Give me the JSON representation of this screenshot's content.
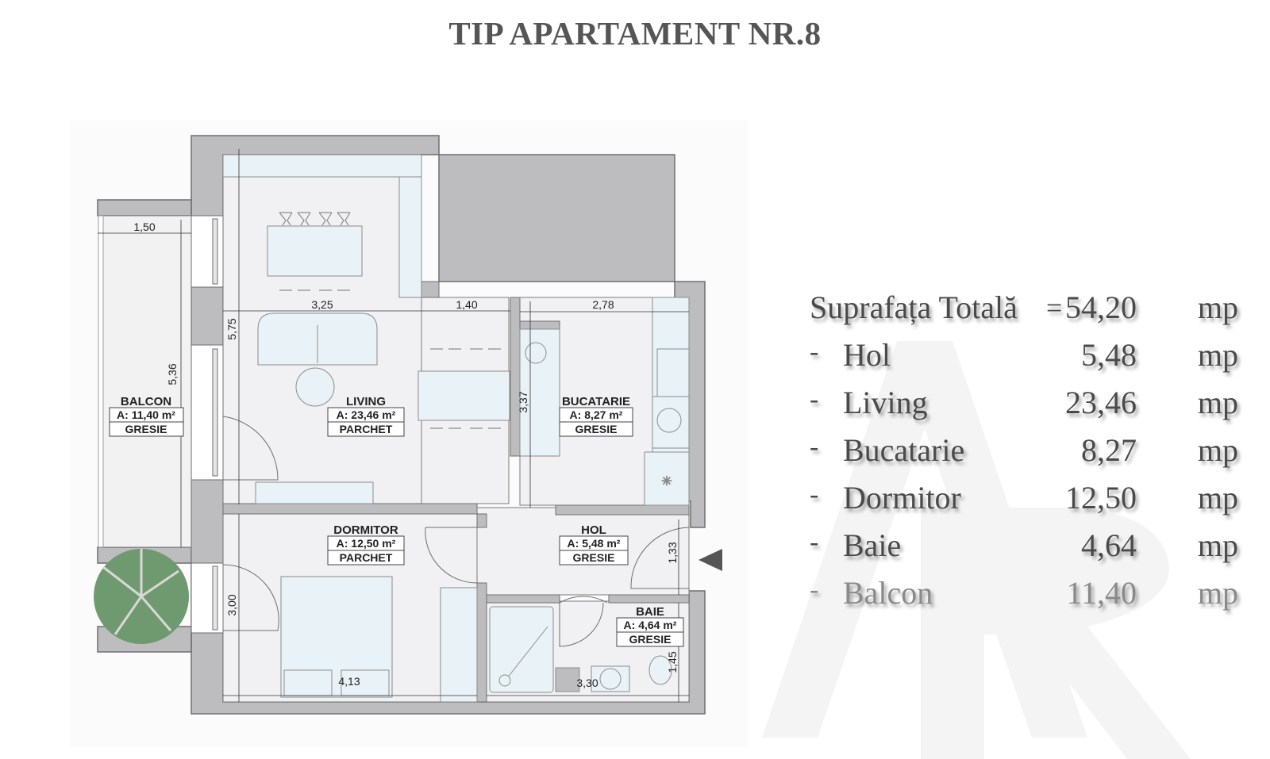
{
  "title": "TIP APARTAMENT NR.8",
  "colors": {
    "wall": "#bdbdbf",
    "wall_outline": "#6e6e6e",
    "floor": "#f1f1f3",
    "furniture": "#e9f2f6",
    "plant": "#6f9a6f",
    "text": "#4a4a4a"
  },
  "rooms": [
    {
      "name": "BALCON",
      "area": "A: 11,40 m²",
      "finish": "GRESIE"
    },
    {
      "name": "LIVING",
      "area": "A: 23,46 m²",
      "finish": "PARCHET"
    },
    {
      "name": "BUCATARIE",
      "area": "A: 8,27 m²",
      "finish": "GRESIE"
    },
    {
      "name": "DORMITOR",
      "area": "A: 12,50 m²",
      "finish": "PARCHET"
    },
    {
      "name": "HOL",
      "area": "A: 5,48 m²",
      "finish": "GRESIE"
    },
    {
      "name": "BAIE",
      "area": "A: 4,64 m²",
      "finish": "GRESIE"
    }
  ],
  "dimensions": {
    "balcon_width": "1,50",
    "balcon_length": "5,36",
    "living_width": "3,25",
    "living_width2": "1,40",
    "kitchen_width": "2,78",
    "living_depth": "5,75",
    "kitchen_depth": "3,37",
    "bedroom_depth": "3,00",
    "bedroom_width": "4,13",
    "bath_width": "3,30",
    "hall_depth": "1,33",
    "bath_depth": "1,45"
  },
  "summary": {
    "total_label": "Suprafața Totală",
    "equals": "=",
    "total_value": "54,20",
    "unit": "mp",
    "dash": "-",
    "items": [
      {
        "name": "Hol",
        "value": "5,48"
      },
      {
        "name": "Living",
        "value": "23,46"
      },
      {
        "name": "Bucatarie",
        "value": "8,27"
      },
      {
        "name": "Dormitor",
        "value": "12,50"
      },
      {
        "name": "Baie",
        "value": "4,64"
      },
      {
        "name": "Balcon",
        "value": "11,40"
      }
    ]
  },
  "watermark": "AR"
}
